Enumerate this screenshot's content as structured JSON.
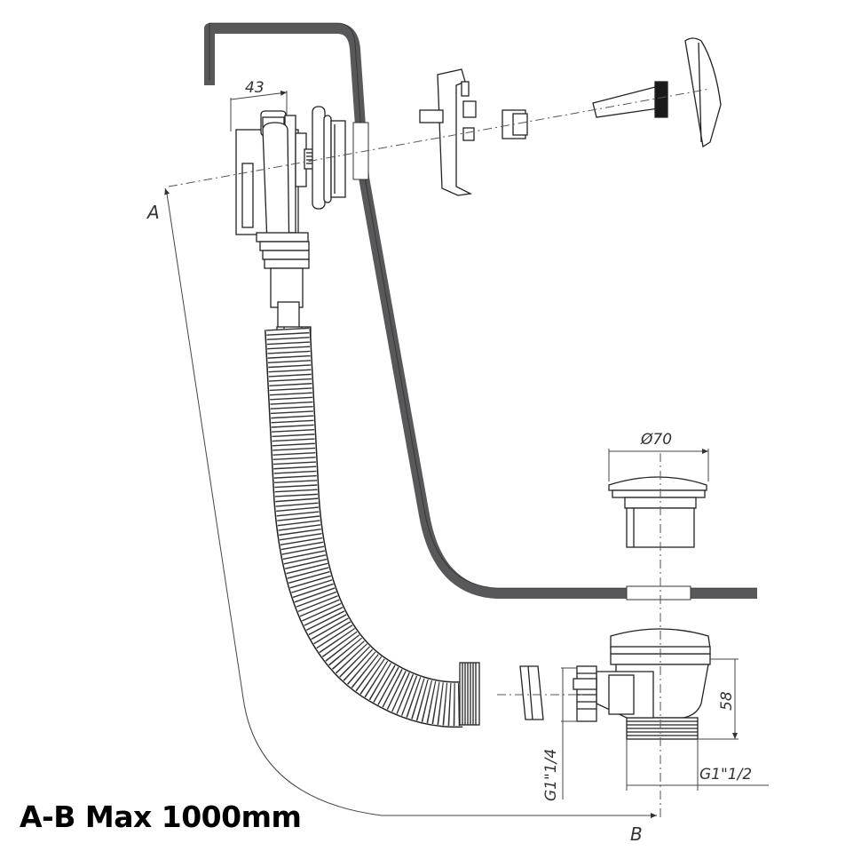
{
  "caption": "A-B Max 1000mm",
  "points": {
    "a": "A",
    "b": "B"
  },
  "dimensions": {
    "overflow_width": "43",
    "plug_diameter": "Ø70",
    "waste_height": "58",
    "thread_side": "G1\"1/4",
    "thread_outlet": "G1\"1/2"
  },
  "colors": {
    "tub_wall": "#58585a",
    "line": "#222222",
    "thin_line": "#444444",
    "part_fill": "#ffffff",
    "dark_part": "#1a1a1a"
  }
}
